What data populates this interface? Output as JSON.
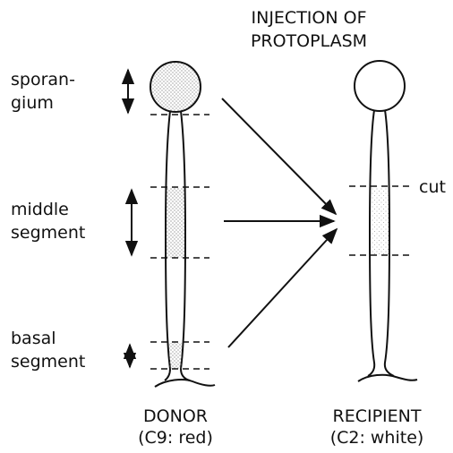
{
  "title": {
    "line1": "INJECTION OF",
    "line2": "PROTOPLASM"
  },
  "labels": {
    "sporangium_line1": "sporan-",
    "sporangium_line2": "gium",
    "middle_line1": "middle",
    "middle_line2": "segment",
    "basal_line1": "basal",
    "basal_line2": "segment",
    "cut": "cut"
  },
  "donor": {
    "name": "DONOR",
    "strain": "(C9: red)"
  },
  "recipient": {
    "name": "RECIPIENT",
    "strain": "(C2: white)"
  },
  "colors": {
    "ink": "#111111",
    "stipple": "#9a9a9a"
  }
}
